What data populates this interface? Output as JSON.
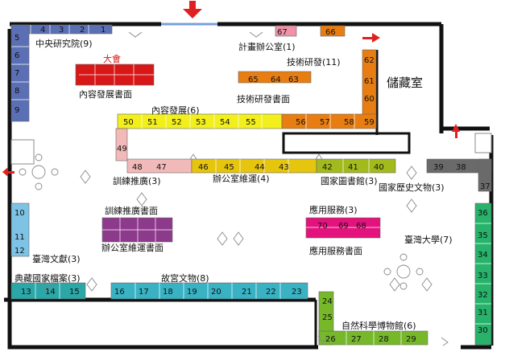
{
  "labels": {
    "zhongyang": "中央研究院(9)",
    "jihua": "計畫辦公室(1)",
    "jishu": "技術研發(11)",
    "storage": "儲藏室",
    "dahui": "大會",
    "neirong_desk": "內容發展書面",
    "jishu_desk": "技術研發書面",
    "neirong": "內容發展(6)",
    "xunlian": "訓練推廣(3)",
    "bangong": "辦公室維運(4)",
    "guotu": "國家圖書館(3)",
    "lishi": "國家歷史文物(3)",
    "xunlian_desk": "訓練推廣書面",
    "bangong_desk": "辦公室維運書面",
    "yingyong": "應用服務(3)",
    "yingyong_desk": "應用服務書面",
    "taida": "臺灣大學(7)",
    "wenxian": "臺灣文獻(3)",
    "dangan": "典藏國家檔案(3)",
    "gugong": "故宮文物(8)",
    "ziran": "自然科學博物館(6)"
  },
  "booths": [
    "1",
    "2",
    "3",
    "4",
    "5",
    "6",
    "7",
    "8",
    "9",
    "13",
    "14",
    "15",
    "16",
    "17",
    "18",
    "19",
    "20",
    "21",
    "22",
    "23",
    "10",
    "11",
    "12",
    "24",
    "25",
    "26",
    "27",
    "28",
    "29",
    "30",
    "31",
    "32",
    "33",
    "34",
    "35",
    "36",
    "37",
    "38",
    "39",
    "40",
    "41",
    "42",
    "43",
    "44",
    "45",
    "46",
    "47",
    "48",
    "49",
    "50",
    "51",
    "52",
    "53",
    "54",
    "55",
    "56",
    "57",
    "58",
    "59",
    "60",
    "61",
    "62",
    "63",
    "64",
    "65",
    "66",
    "67",
    "68",
    "69",
    "70"
  ],
  "colors": {
    "zhongyang": "#5b6fb5",
    "dahui": "#d81818",
    "jishu": "#e87e12",
    "neirong": "#f2ef1c",
    "bangong": "#e6c50e",
    "guotu": "#a3ba1c",
    "lishi": "#6a6a6a",
    "wenxian": "#7ec3e6",
    "gugong": "#39b2c4",
    "dangan": "#2ba7a7",
    "taida": "#27b36a",
    "ziran": "#76b82a",
    "xunlian": "#f2b9b9",
    "xunlian_desk": "#8e3a8c",
    "yingyong": "#e3127d",
    "jihua": "#ef93a9"
  }
}
